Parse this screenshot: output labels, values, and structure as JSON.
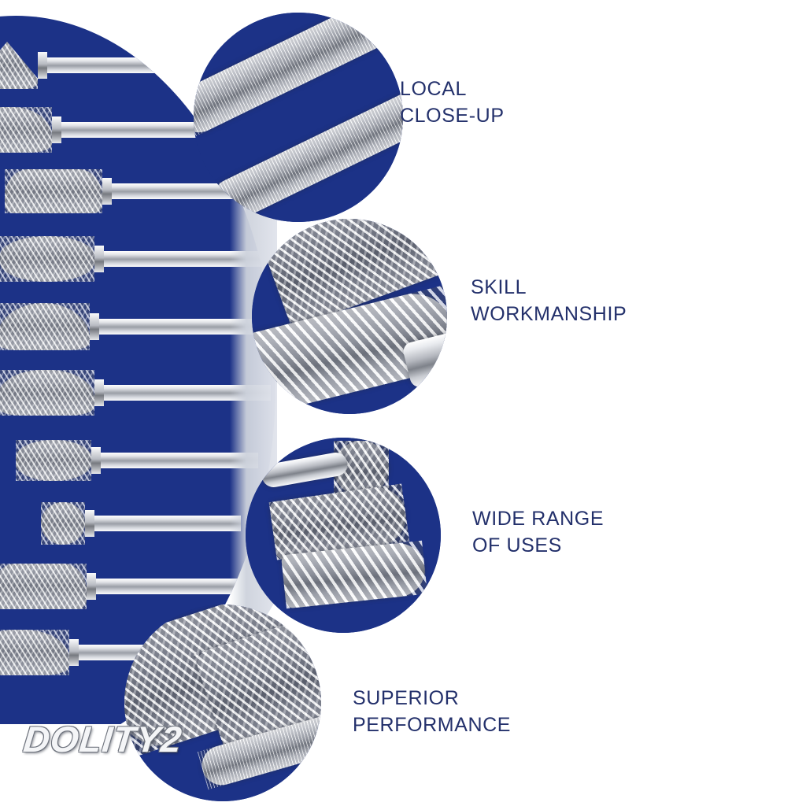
{
  "page": {
    "kind": "product-marketing-image",
    "background_color": "#ffffff",
    "panel_blue": "#1c3287",
    "text_color": "#23306b",
    "metal_color": "#c9ccd2"
  },
  "watermark": {
    "text": "DOLITY2"
  },
  "features": [
    {
      "id": "local-close-up",
      "text": "LOCAL\nCLOSE-UP"
    },
    {
      "id": "skill-workmanship",
      "text": "SKILL\nWORKMANSHIP"
    },
    {
      "id": "wide-range-of-uses",
      "text": "WIDE RANGE\nOF USES"
    },
    {
      "id": "superior-performance",
      "text": "SUPERIOR\nPERFORMANCE"
    }
  ],
  "product_panel": {
    "title": "carbide rotary burr set",
    "burrs": [
      {
        "shape": "cone",
        "label": "pointed-cone-burr"
      },
      {
        "shape": "tree",
        "label": "tree-pointed-burr"
      },
      {
        "shape": "cyl",
        "label": "cylinder-ball-nose-burr"
      },
      {
        "shape": "oval",
        "label": "oval-burr"
      },
      {
        "shape": "flame",
        "label": "flame-burr"
      },
      {
        "shape": "tree",
        "label": "tree-radius-burr"
      },
      {
        "shape": "oval",
        "label": "oval-small-burr"
      },
      {
        "shape": "ball",
        "label": "ball-burr"
      },
      {
        "shape": "cyl",
        "label": "cylinder-burr"
      },
      {
        "shape": "cone",
        "label": "cone-burr"
      }
    ]
  },
  "insets": [
    {
      "id": "inset-shanks",
      "caption_ref": "local-close-up"
    },
    {
      "id": "inset-flutes",
      "caption_ref": "skill-workmanship"
    },
    {
      "id": "inset-shapes",
      "caption_ref": "wide-range-of-uses"
    },
    {
      "id": "inset-cutting-edge",
      "caption_ref": "superior-performance"
    }
  ]
}
